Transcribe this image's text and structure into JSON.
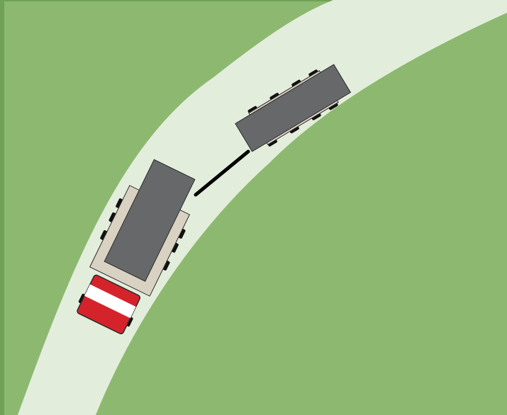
{
  "colors": {
    "grass": "#8cb96f",
    "road": "#e3eddc",
    "frame": "#6fa256",
    "truck_cab": "#d5232c",
    "truck_stripe": "#ffffff",
    "cargo": "#67686a",
    "bed": "#d9d2c2",
    "wheel": "#111111",
    "hitch": "#000000"
  },
  "scene": {
    "objects": [
      "grass-field",
      "curved-road",
      "truck",
      "towed-trailer",
      "tow-bar"
    ]
  }
}
